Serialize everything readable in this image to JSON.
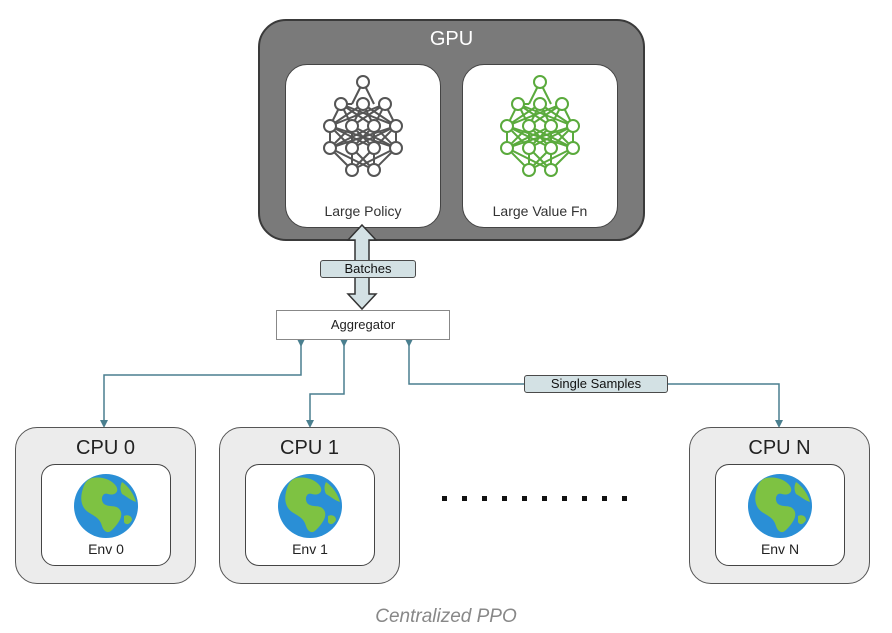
{
  "gpu": {
    "title": "GPU",
    "policy_label": "Large Policy",
    "value_label": "Large Value Fn",
    "policy_color": "#555555",
    "value_color": "#5aaa3c"
  },
  "links": {
    "batches_label": "Batches",
    "samples_label": "Single Samples",
    "arrow_color": "#4a7f8f"
  },
  "aggregator": {
    "label": "Aggregator"
  },
  "cpus": [
    {
      "title": "CPU 0",
      "env": "Env 0"
    },
    {
      "title": "CPU 1",
      "env": "Env 1"
    },
    {
      "title": "CPU N",
      "env": "Env N"
    }
  ],
  "caption": "Centralized PPO",
  "icons": {
    "network": "neural-network-icon",
    "globe": "globe-icon"
  }
}
